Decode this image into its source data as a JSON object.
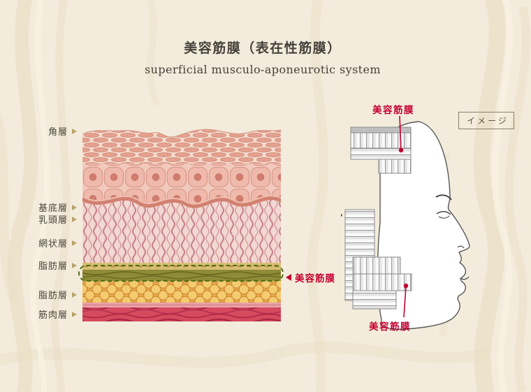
{
  "header": {
    "title": "美容筋膜（表在性筋膜）",
    "subtitle": "superficial musculo-aponeurotic system"
  },
  "skin_diagram": {
    "layer_labels": [
      {
        "text": "角層"
      },
      {
        "text": "基底層"
      },
      {
        "text": "乳頭層"
      },
      {
        "text": "網状層"
      },
      {
        "text": "脂肪層"
      },
      {
        "text": "脂肪層"
      },
      {
        "text": "筋肉層"
      }
    ],
    "smas_callout": "美容筋膜"
  },
  "face_figure": {
    "badge": "イメージ",
    "top_callout": "美容筋膜",
    "bottom_callout": "美容筋膜"
  },
  "colors": {
    "background": "#f3ecdc",
    "accent_red": "#c4002f",
    "smas_green": "#4c6e15",
    "label_text": "#4b463c"
  }
}
